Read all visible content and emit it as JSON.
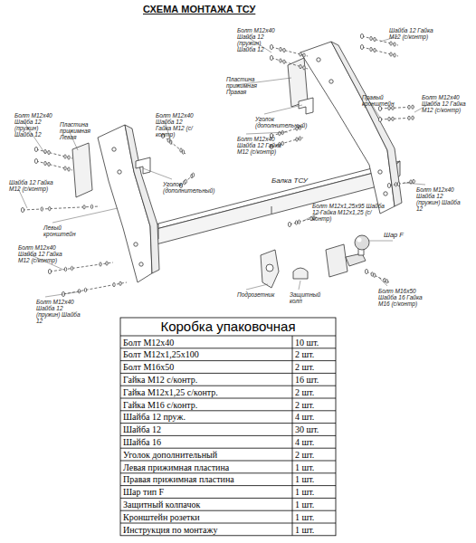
{
  "diagram": {
    "title": "СХЕМА МОНТАЖА ТСУ",
    "labels": [
      "Болт М12х40 Шайба 12 (пружин) Шайба 12",
      "Шайба 12 Гайка М12 (с/контр)",
      "Пластина прижимная Правая",
      "Правый кронштейн",
      "Уголок (дополнительный)",
      "Болт М12х40 Шайба 12 Гайка М12 (с/контр)",
      "Болт М12х40 Шайба 12 Гайка М12 (с/контр)",
      "Балка ТСУ",
      "Болт М12х40 Шайба 12 (пружин) Шайба 12",
      "Пластина прижимная Левая",
      "Болт М12х40 Шайба 12 Гайка М12 (с/контр)",
      "Уголок (дополнительный)",
      "Шайба 12 Гайка М12 (с/контр)",
      "Левый кронштейн",
      "Болт М12х40 Шайба 12 Гайка М12 (с/контр)",
      "Болт М12х40 Шайба 12 (пружин) Шайба 12",
      "Болт М12х1,25х95 Шайба 12 Гайка М12х1,25 (с/контр)",
      "Болт М12х40 Шайба 12 (пружин) Шайба 12",
      "Шар F",
      "Болт М16х50 Шайба 16 Гайка М16 (с/контр)",
      "Подрозетник",
      "Защитный колп",
      "Коробка упаковочная",
      "Болт М12х40",
      "10 шт.",
      "Болт М12х1,25х100",
      "2 шт.",
      "Болт М16х50",
      "2 шт.",
      "Гайка М12  с/контр.",
      "16 шт.",
      "Гайка М12х1,25  с/контр.",
      "2 шт.",
      "Гайка М16  с/контр.",
      "2 шт.",
      "Шайба 12 пруж.",
      "4 шт.",
      "Шайба 12",
      "30 шт.",
      "Шайба 16",
      "4 шт.",
      "Уголок дополнительный",
      "2 шт.",
      "Левая прижимная пластина",
      "1 шт.",
      "Правая прижимная пластина",
      "1 шт.",
      "Шар тип F",
      "1 шт.",
      "Защитный колпачок",
      "1 шт.",
      "Кронштейн розетки",
      "1 шт.",
      "Инструкция по монтажу",
      "1 шт."
    ]
  }
}
